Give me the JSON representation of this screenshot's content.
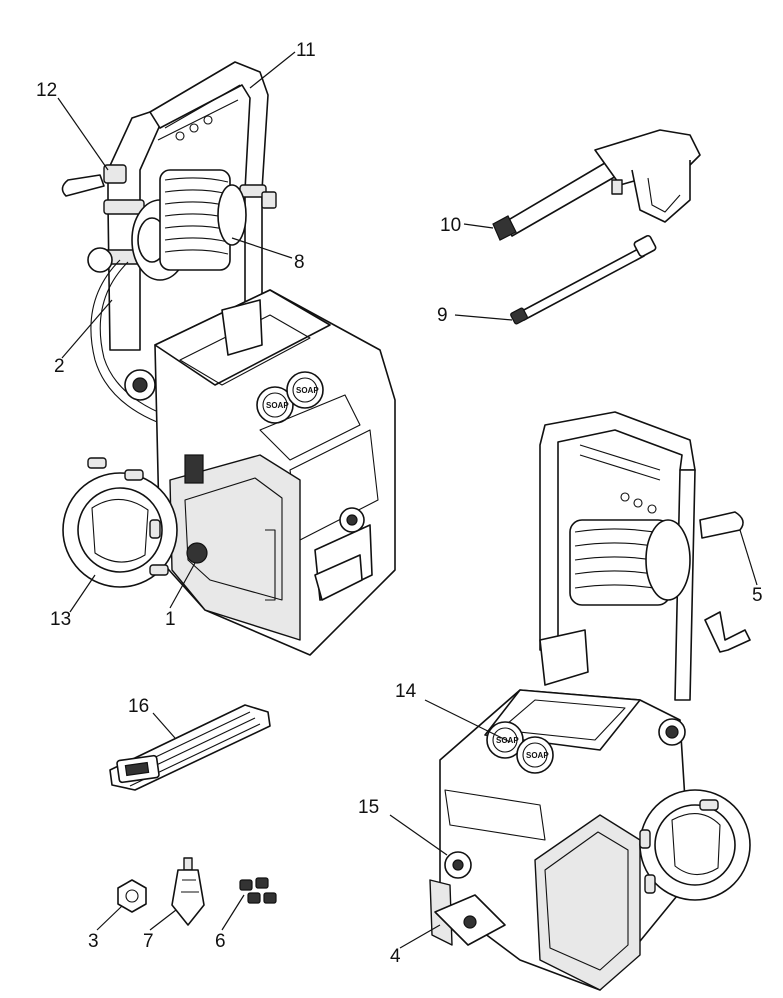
{
  "callouts": [
    "1",
    "2",
    "3",
    "4",
    "5",
    "6",
    "7",
    "8",
    "9",
    "10",
    "11",
    "12",
    "13",
    "14",
    "15",
    "16"
  ],
  "cap_text": "SOAP"
}
